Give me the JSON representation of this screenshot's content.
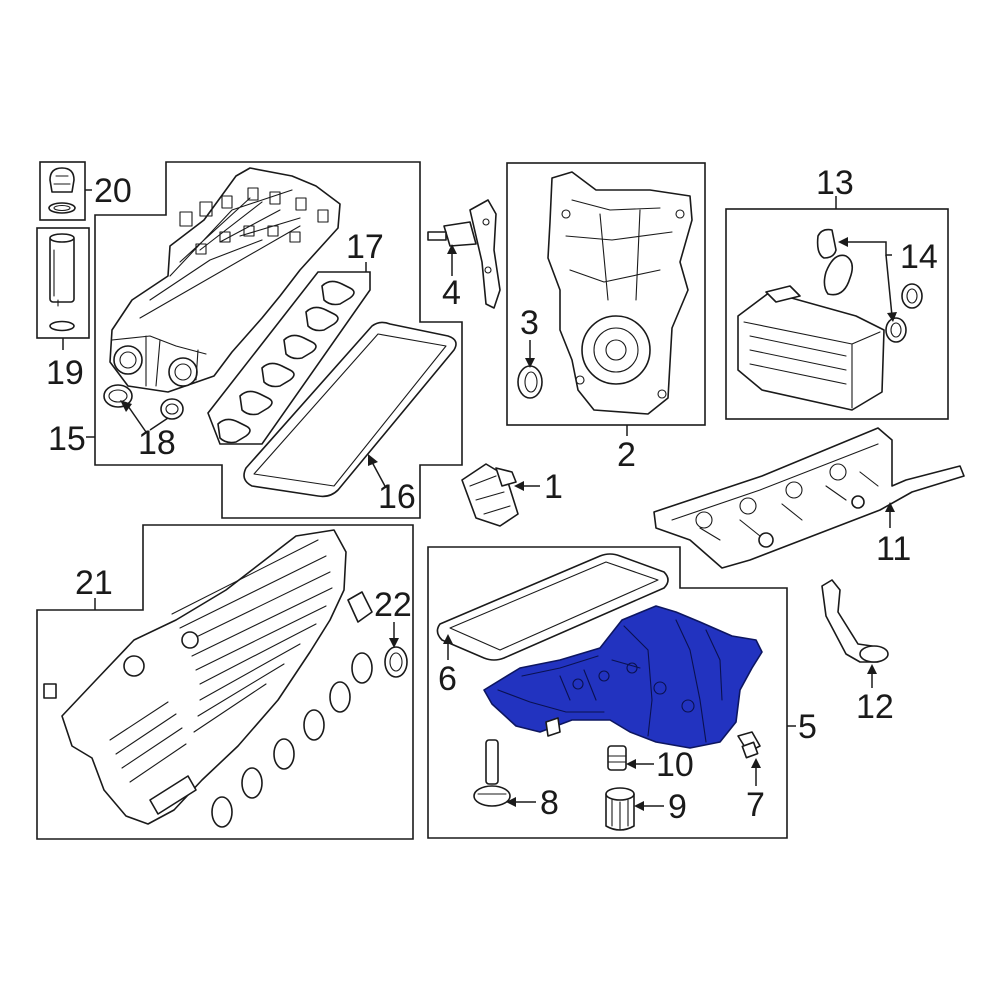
{
  "callouts": {
    "c1": "1",
    "c2": "2",
    "c3": "3",
    "c4": "4",
    "c5": "5",
    "c6": "6",
    "c7": "7",
    "c8": "8",
    "c9": "9",
    "c10": "10",
    "c11": "11",
    "c12": "12",
    "c13": "13",
    "c14": "14",
    "c15": "15",
    "c16": "16",
    "c17": "17",
    "c18": "18",
    "c19": "19",
    "c20": "20",
    "c21": "21",
    "c22": "22"
  },
  "colors": {
    "highlight": "#2233c0",
    "line": "#1a1a1a",
    "background": "#ffffff"
  }
}
